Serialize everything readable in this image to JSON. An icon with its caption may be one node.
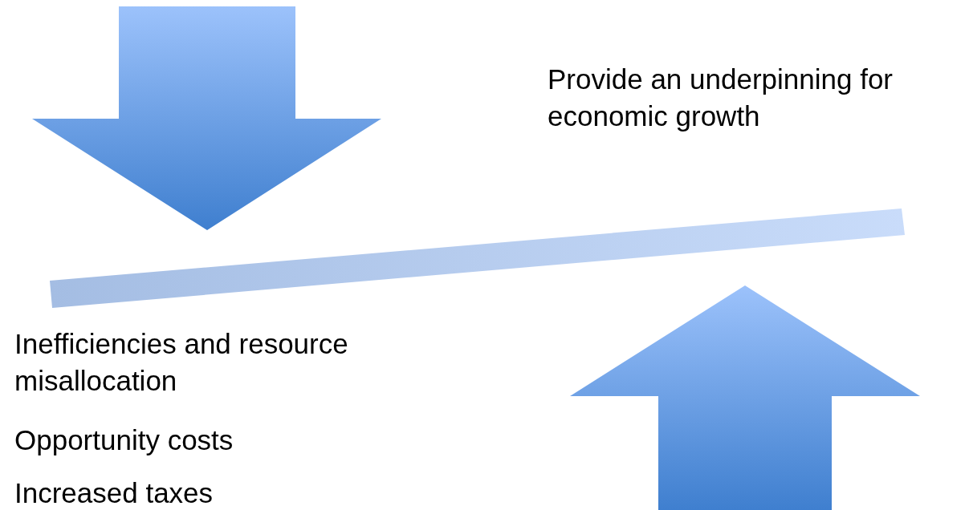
{
  "diagram": {
    "labels": [
      "Provide an underpinning for economic growth",
      "Inefficiencies and resource misallocation",
      "Opportunity costs",
      "Increased taxes"
    ]
  }
}
